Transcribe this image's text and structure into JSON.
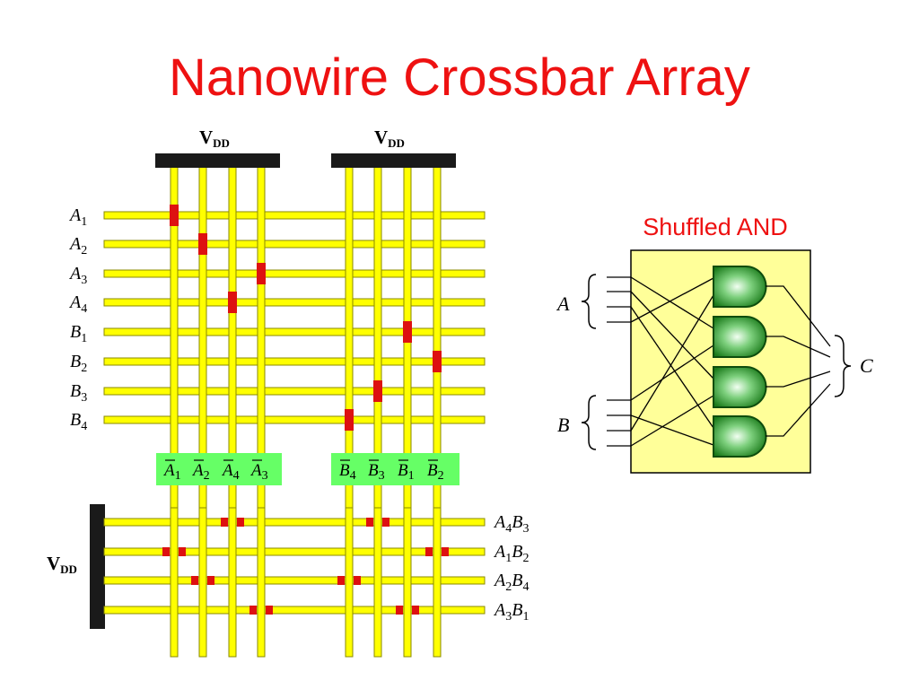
{
  "title": "Nanowire Crossbar Array",
  "vdd": {
    "main": "V",
    "sub": "DD"
  },
  "row_labels": [
    {
      "letter": "A",
      "idx": "1"
    },
    {
      "letter": "A",
      "idx": "2"
    },
    {
      "letter": "A",
      "idx": "3"
    },
    {
      "letter": "A",
      "idx": "4"
    },
    {
      "letter": "B",
      "idx": "1"
    },
    {
      "letter": "B",
      "idx": "2"
    },
    {
      "letter": "B",
      "idx": "3"
    },
    {
      "letter": "B",
      "idx": "4"
    }
  ],
  "complement_labels": [
    {
      "letter": "A",
      "idx": "1"
    },
    {
      "letter": "A",
      "idx": "2"
    },
    {
      "letter": "A",
      "idx": "4"
    },
    {
      "letter": "A",
      "idx": "3"
    },
    {
      "letter": "B",
      "idx": "4"
    },
    {
      "letter": "B",
      "idx": "3"
    },
    {
      "letter": "B",
      "idx": "1"
    },
    {
      "letter": "B",
      "idx": "2"
    }
  ],
  "product_labels": [
    {
      "l1": "A",
      "i1": "4",
      "l2": "B",
      "i2": "3"
    },
    {
      "l1": "A",
      "i1": "1",
      "l2": "B",
      "i2": "2"
    },
    {
      "l1": "A",
      "i1": "2",
      "l2": "B",
      "i2": "4"
    },
    {
      "l1": "A",
      "i1": "3",
      "l2": "B",
      "i2": "1"
    }
  ],
  "shuffled": {
    "title": "Shuffled AND",
    "a_label": "A",
    "b_label": "B",
    "c_label": "C"
  },
  "colors": {
    "title": "#ee1111",
    "wire": "#ffff00",
    "wire_edge": "#8a8a00",
    "junction": "#dd1111",
    "rail": "#1a1a1a",
    "label_box": "#66ff66",
    "panel_fill": "#ffff99",
    "gate_dark": "#117a11",
    "gate_light": "#ccffcc"
  }
}
